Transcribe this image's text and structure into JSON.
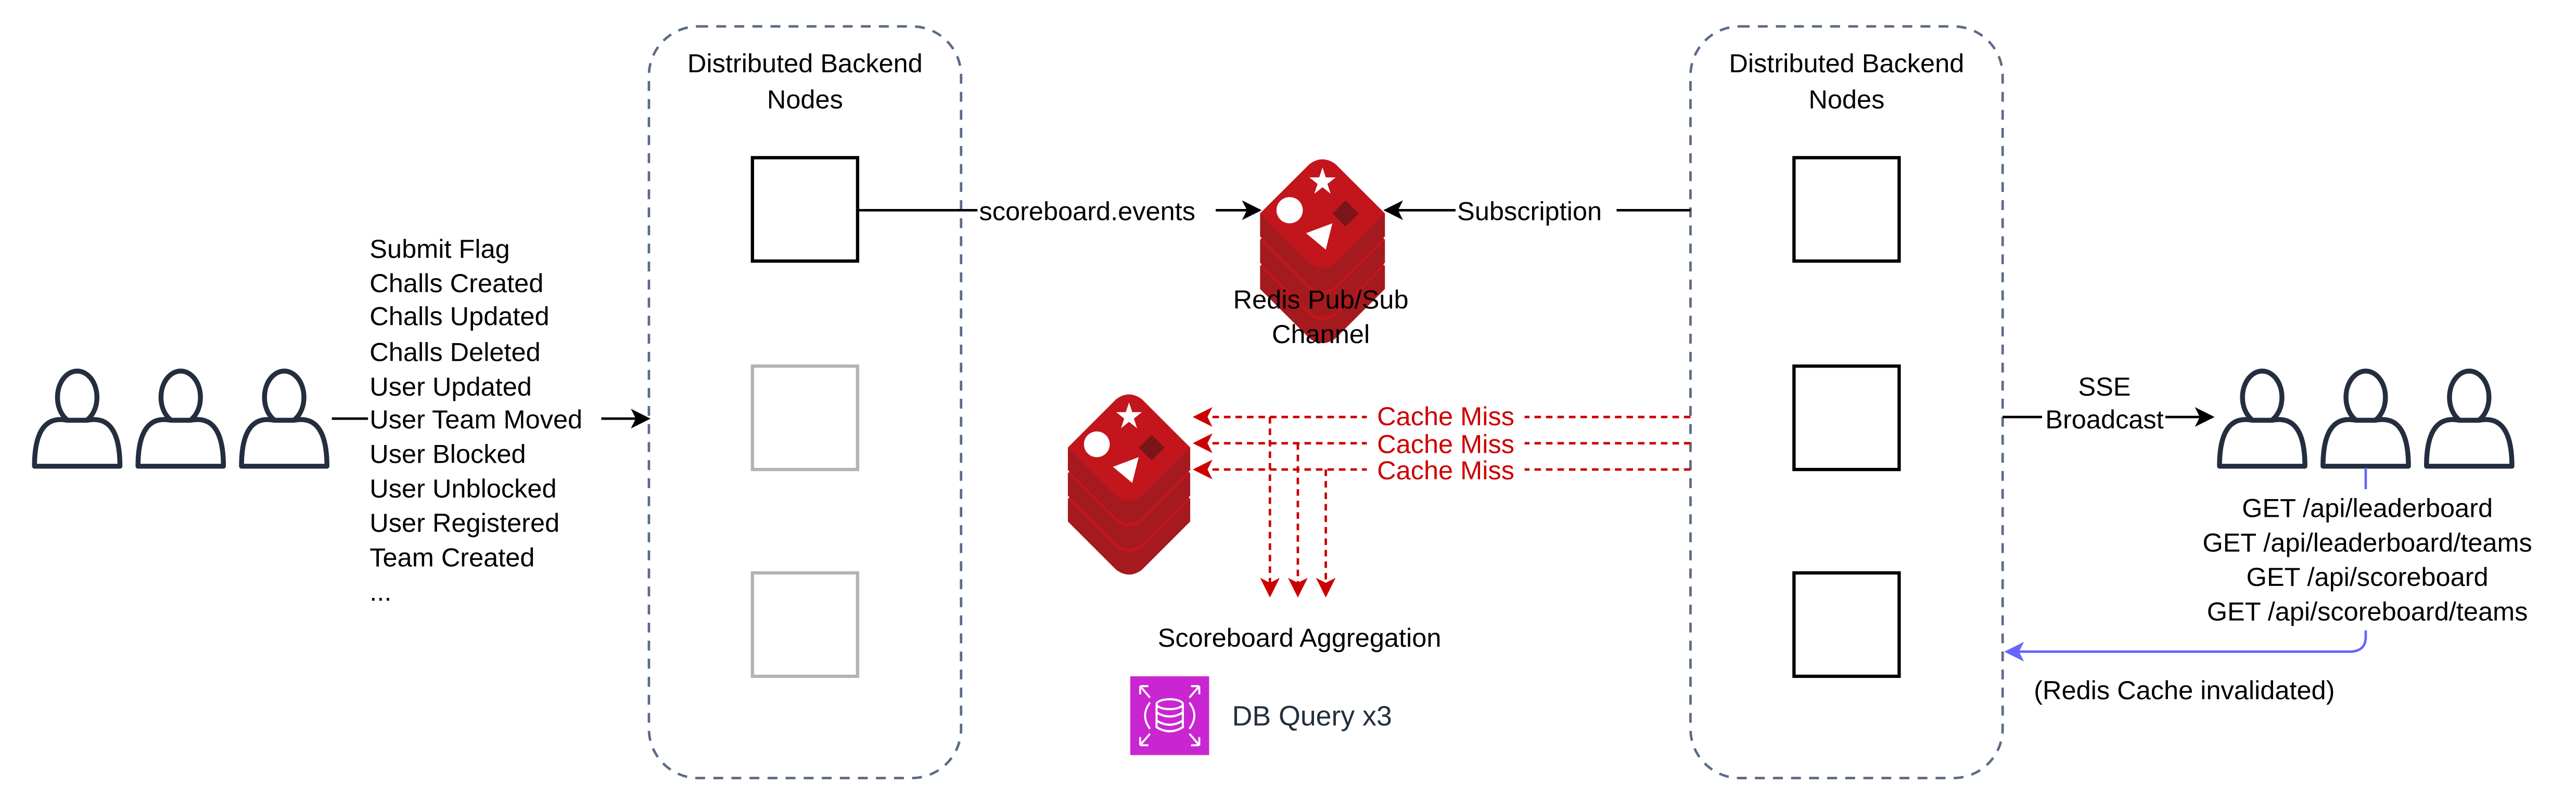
{
  "left_container": {
    "title_line1": "Distributed Backend",
    "title_line2": "Nodes"
  },
  "right_container": {
    "title_line1": "Distributed Backend",
    "title_line2": "Nodes"
  },
  "events": {
    "items": [
      "Submit Flag",
      "Challs Created",
      "Challs Updated",
      "Challs Deleted",
      "User Updated",
      "User Team Moved",
      "User Blocked",
      "User Unblocked",
      "User Registered",
      "Team Created",
      "..."
    ]
  },
  "pubsub": {
    "publish_label": "scoreboard.events",
    "subscribe_label": "Subscription",
    "caption_line1": "Redis Pub/Sub",
    "caption_line2": "Channel"
  },
  "cache": {
    "miss_labels": [
      "Cache Miss",
      "Cache Miss",
      "Cache Miss"
    ]
  },
  "aggregation": {
    "title": "Scoreboard Aggregation",
    "db_label": "DB Query x3"
  },
  "broadcast": {
    "line1": "SSE",
    "line2": "Broadcast"
  },
  "api": {
    "endpoints": [
      "GET /api/leaderboard",
      "GET /api/leaderboard/teams",
      "GET /api/scoreboard",
      "GET /api/scoreboard/teams"
    ],
    "invalidate_label": "(Redis Cache invalidated)"
  },
  "colors": {
    "container_border": "#5a6b86",
    "cache_miss": "#cc0000",
    "invalidate_arrow": "#6666ff",
    "db_icon": "#c925d1",
    "redis_red": "#b5161b"
  }
}
